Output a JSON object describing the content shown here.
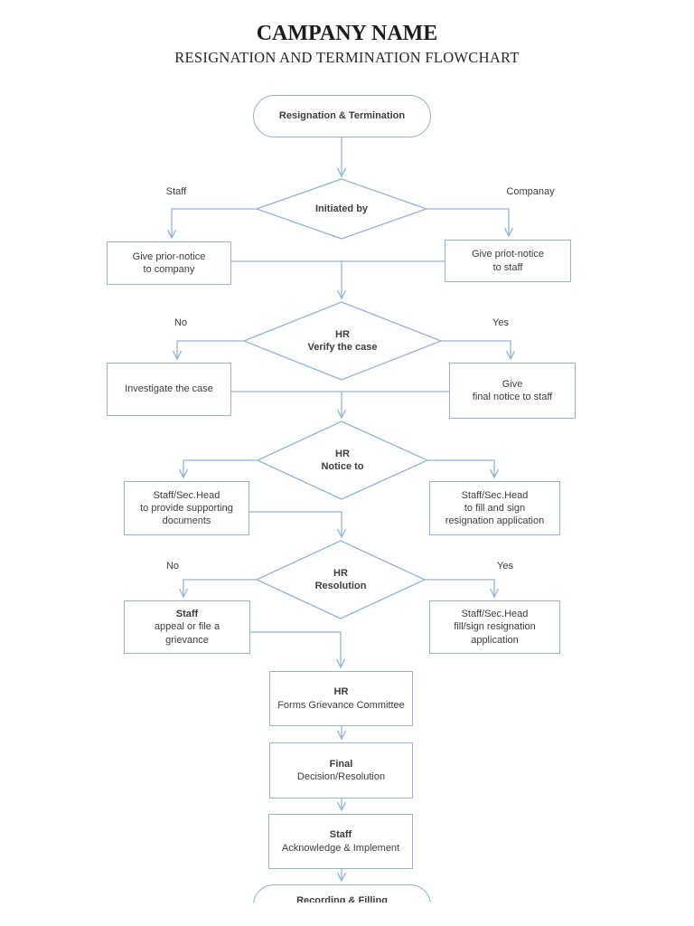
{
  "colors": {
    "line": "#95b3d7",
    "node_text": "#3d3d3d",
    "title_text": "#1c1c1c",
    "background": "#ffffff"
  },
  "header": {
    "title": "CAMPANY NAME",
    "subtitle": "RESIGNATION AND TERMINATION FLOWCHART"
  },
  "flowchart": {
    "nodes": {
      "start": {
        "type": "terminator",
        "title": "Resignation & Termination"
      },
      "initiated_by": {
        "type": "decision",
        "title": "Initiated by"
      },
      "give_prior_notice": {
        "type": "process",
        "body": "Give prior-notice\nto company"
      },
      "give_priot_notice": {
        "type": "process",
        "body": "Give priot-notice\nto staff"
      },
      "hr_verify": {
        "type": "decision",
        "title": "HR\nVerify the case"
      },
      "investigate": {
        "type": "process",
        "body": "Investigate the case"
      },
      "give_final_notice": {
        "type": "process",
        "body": "Give\nfinal notice to staff"
      },
      "hr_notice_to": {
        "type": "decision",
        "title": "HR\nNotice to"
      },
      "provide_documents": {
        "type": "process",
        "body": "Staff/Sec.Head\nto provide supporting\ndocuments"
      },
      "fill_sign_application": {
        "type": "process",
        "body": "Staff/Sec.Head\nto fill and sign\nresignation application"
      },
      "hr_resolution": {
        "type": "decision",
        "title": "HR\nResolution"
      },
      "staff_appeal": {
        "type": "process",
        "title": "Staff",
        "body": "appeal or file a\ngrievance"
      },
      "fill_sign_resignation": {
        "type": "process",
        "body": "Staff/Sec.Head\nfill/sign resignation\napplication"
      },
      "grievance_committee": {
        "type": "process",
        "title": "HR",
        "body": "Forms Grievance Committee"
      },
      "final_decision": {
        "type": "process",
        "title": "Final",
        "body": "Decision/Resolution"
      },
      "staff_acknowledge": {
        "type": "process",
        "title": "Staff",
        "body": "Acknowledge & Implement"
      },
      "recording_filling": {
        "type": "terminator",
        "title": "Recording & Filling"
      }
    },
    "edge_labels": {
      "initiated_staff": "Staff",
      "initiated_company": "Companay",
      "verify_no": "No",
      "verify_yes": "Yes",
      "resolution_no": "No",
      "resolution_yes": "Yes"
    }
  }
}
